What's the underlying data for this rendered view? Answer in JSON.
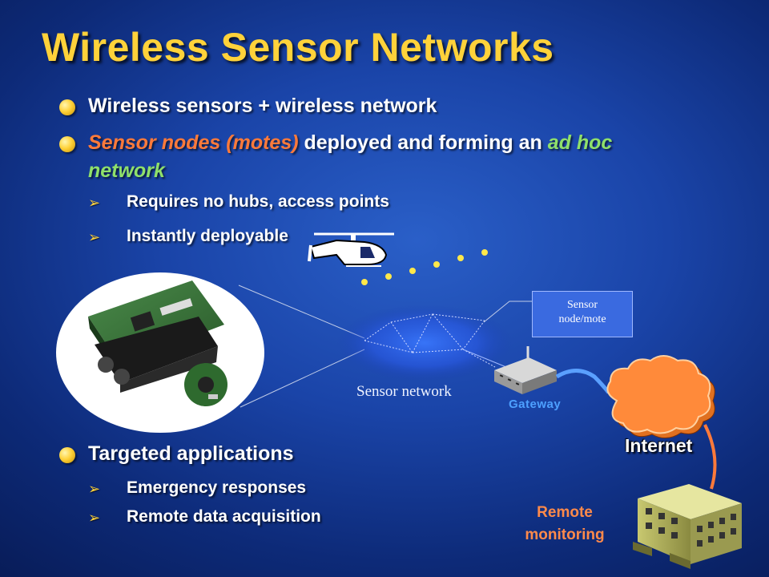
{
  "slide": {
    "title": "Wireless Sensor Networks",
    "bullets": [
      {
        "text": "Wireless sensors + wireless network"
      },
      {
        "part1": "Sensor nodes (motes)",
        "part2": " deployed and forming an ",
        "part3": "ad hoc",
        "line2": "network"
      }
    ],
    "sub_bullets": [
      "Requires no hubs, access points",
      "Instantly deployable"
    ],
    "bullet_targeted": "Targeted applications",
    "sub_bullets_targeted": [
      "Emergency responses",
      "Remote data acquisition"
    ],
    "arrow_glyph": "➢"
  },
  "diagram": {
    "sensor_network_label": "Sensor network",
    "callout_line1": "Sensor",
    "callout_line2": "node/mote",
    "gateway_label": "Gateway",
    "internet_label": "Internet",
    "remote_line1": "Remote",
    "remote_line2": "monitoring"
  },
  "colors": {
    "title": "#ffd23a",
    "highlight_orange": "#ff7a3a",
    "highlight_green": "#8fe06a",
    "gateway": "#4da0ff",
    "remote": "#ff8a4a"
  }
}
